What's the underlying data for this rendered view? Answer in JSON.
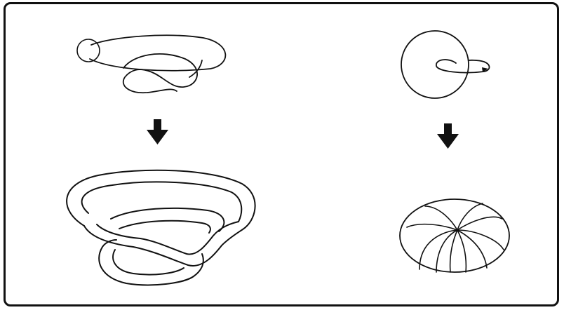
{
  "diagram": {
    "panels": [
      {
        "id": "left",
        "description_icon": "knot-with-meridian-circle"
      },
      {
        "id": "right",
        "description_icon": "sphere-with-rotation-arrow"
      }
    ],
    "arrow_icon": "down-arrow-icon",
    "colors": {
      "ink": "#111111",
      "background": "#ffffff"
    }
  }
}
